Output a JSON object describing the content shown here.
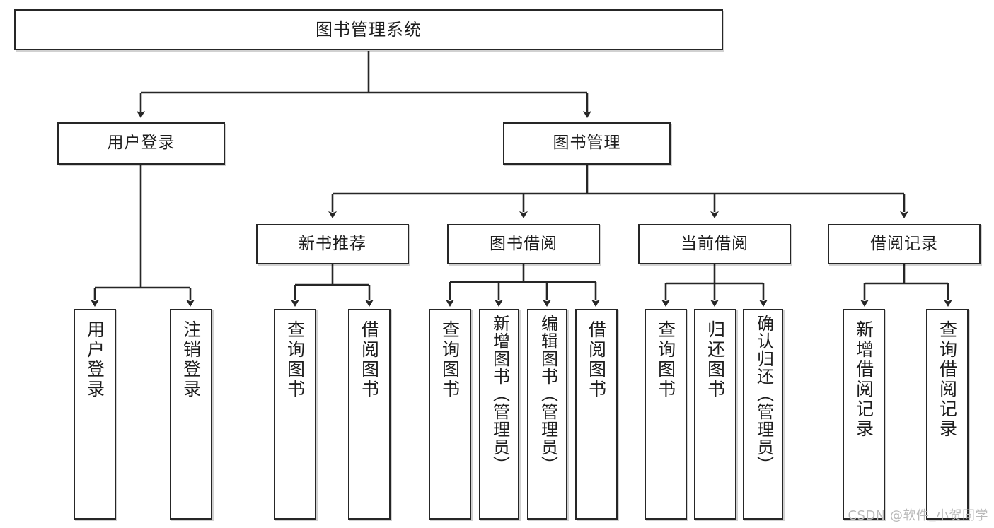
{
  "diagram": {
    "title": "图书管理系统",
    "type": "tree-hierarchy",
    "watermark": "CSDN @软件_小贺同学",
    "root": {
      "id": "root",
      "label": "图书管理系统"
    },
    "level2": [
      {
        "id": "user-login",
        "label": "用户登录"
      },
      {
        "id": "book-manage",
        "label": "图书管理"
      }
    ],
    "level3": [
      {
        "id": "new-book-rec",
        "label": "新书推荐",
        "parent": "book-manage"
      },
      {
        "id": "book-borrow",
        "label": "图书借阅",
        "parent": "book-manage"
      },
      {
        "id": "current-borrow",
        "label": "当前借阅",
        "parent": "book-manage"
      },
      {
        "id": "borrow-record",
        "label": "借阅记录",
        "parent": "book-manage"
      }
    ],
    "leaves": [
      {
        "id": "leaf-user-login",
        "label": "用户登录",
        "parent": "user-login"
      },
      {
        "id": "leaf-user-logout",
        "label": "注销登录",
        "parent": "user-login"
      },
      {
        "id": "leaf-query-book-1",
        "label": "查询图书",
        "parent": "new-book-rec"
      },
      {
        "id": "leaf-borrow-book-1",
        "label": "借阅图书",
        "parent": "new-book-rec"
      },
      {
        "id": "leaf-query-book-2",
        "label": "查询图书",
        "parent": "book-borrow"
      },
      {
        "id": "leaf-add-book",
        "label": "新增图书（管理员）",
        "parent": "book-borrow"
      },
      {
        "id": "leaf-edit-book",
        "label": "编辑图书（管理员）",
        "parent": "book-borrow"
      },
      {
        "id": "leaf-borrow-book-2",
        "label": "借阅图书",
        "parent": "book-borrow"
      },
      {
        "id": "leaf-query-book-3",
        "label": "查询图书",
        "parent": "current-borrow"
      },
      {
        "id": "leaf-return-book",
        "label": "归还图书",
        "parent": "current-borrow"
      },
      {
        "id": "leaf-confirm-return",
        "label": "确认归还（管理员）",
        "parent": "current-borrow"
      },
      {
        "id": "leaf-add-record",
        "label": "新增借阅记录",
        "parent": "borrow-record"
      },
      {
        "id": "leaf-query-record",
        "label": "查询借阅记录",
        "parent": "borrow-record"
      }
    ],
    "colors": {
      "box_border": "#262626",
      "box_fill": "#ffffff",
      "edge": "#262626",
      "text": "#1d1d1d",
      "watermark": "#b9b9b9"
    }
  }
}
